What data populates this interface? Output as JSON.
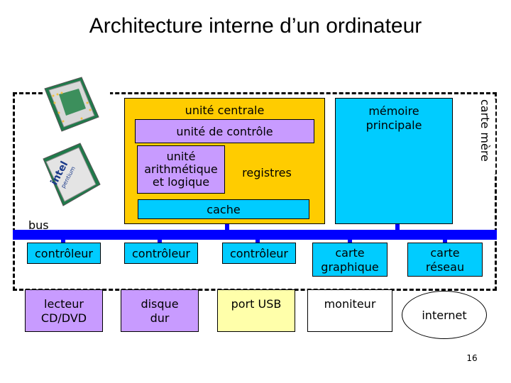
{
  "title": "Architecture interne d’un ordinateur",
  "motherboard_label": "carte mère",
  "cpu": {
    "label": "unité centrale",
    "control_unit": "unité de contrôle",
    "alu": [
      "unité",
      "arithmétique",
      "et logique"
    ],
    "registers": "registres",
    "cache": "cache"
  },
  "memory": [
    "mémoire",
    "principale"
  ],
  "bus_label": "bus",
  "controllers": {
    "c1": "contrôleur",
    "c2": "contrôleur",
    "c3": "contrôleur",
    "graphics": [
      "carte",
      "graphique"
    ],
    "network": [
      "carte",
      "réseau"
    ]
  },
  "devices": {
    "cdrom": [
      "lecteur",
      "CD/DVD"
    ],
    "disk": [
      "disque",
      "dur"
    ],
    "usb": "port USB",
    "monitor": "moniteur",
    "internet": "internet"
  },
  "chip_text": {
    "intel": "intel",
    "pentium": "pentium"
  },
  "page_number": "16",
  "colors": {
    "cpu": "#ffcc00",
    "purple": "#c89bff",
    "cyan": "#00ccff",
    "bus": "#0000ff",
    "usb": "#ffffaa"
  }
}
